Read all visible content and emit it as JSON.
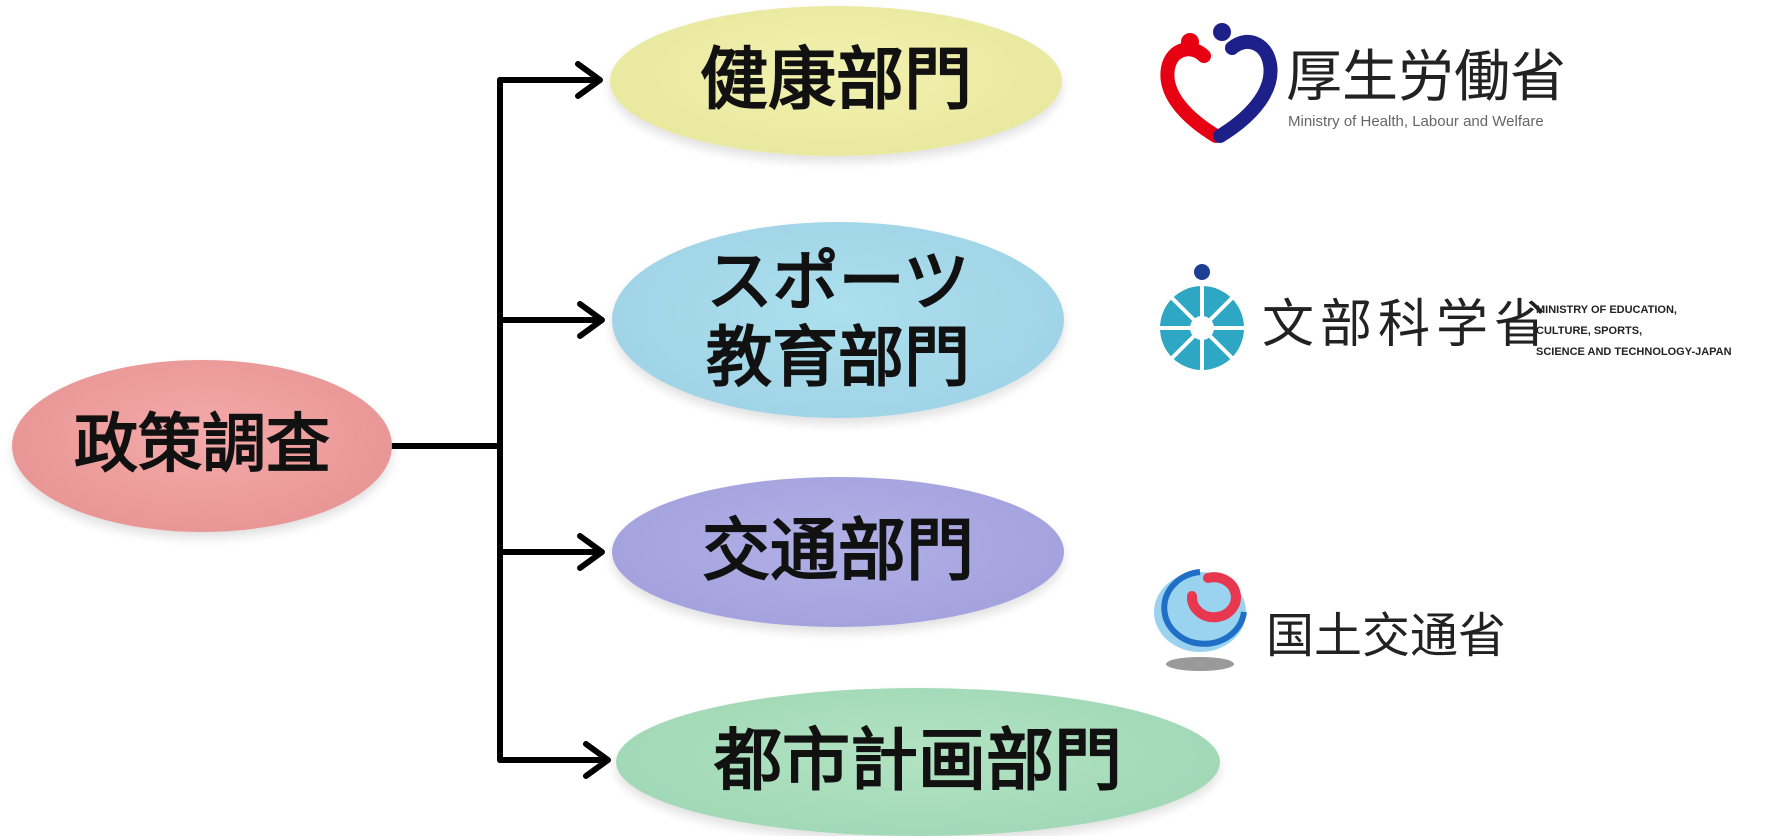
{
  "diagram": {
    "root": {
      "label": "政策調査",
      "color": "#e99796"
    },
    "branches": [
      {
        "id": "health",
        "label": "健康部門",
        "color": "#e8e89f"
      },
      {
        "id": "sports",
        "label": "スポーツ\n教育部門",
        "color": "#9fd3e6"
      },
      {
        "id": "traffic",
        "label": "交通部門",
        "color": "#a3a2de"
      },
      {
        "id": "urban",
        "label": "都市計画部門",
        "color": "#a1d8b6"
      }
    ],
    "connector_color": "#000000"
  },
  "logos": {
    "mhlw": {
      "title": "厚生労働省",
      "subtitle": "Ministry of Health, Labour and Welfare",
      "colors": {
        "red": "#e60012",
        "blue": "#1d2088"
      }
    },
    "mext": {
      "title": "文部科学省",
      "subtitle": "MINISTRY OF EDUCATION,\nCULTURE, SPORTS,\nSCIENCE AND TECHNOLOGY-JAPAN",
      "colors": {
        "teal": "#2ea7c4",
        "navy": "#1c3f94"
      }
    },
    "mlit": {
      "title": "国土交通省",
      "colors": {
        "red": "#e8384f",
        "blue": "#1f6fc6",
        "lightblue": "#9ad3f0",
        "gray": "#9a9a9a"
      }
    }
  }
}
